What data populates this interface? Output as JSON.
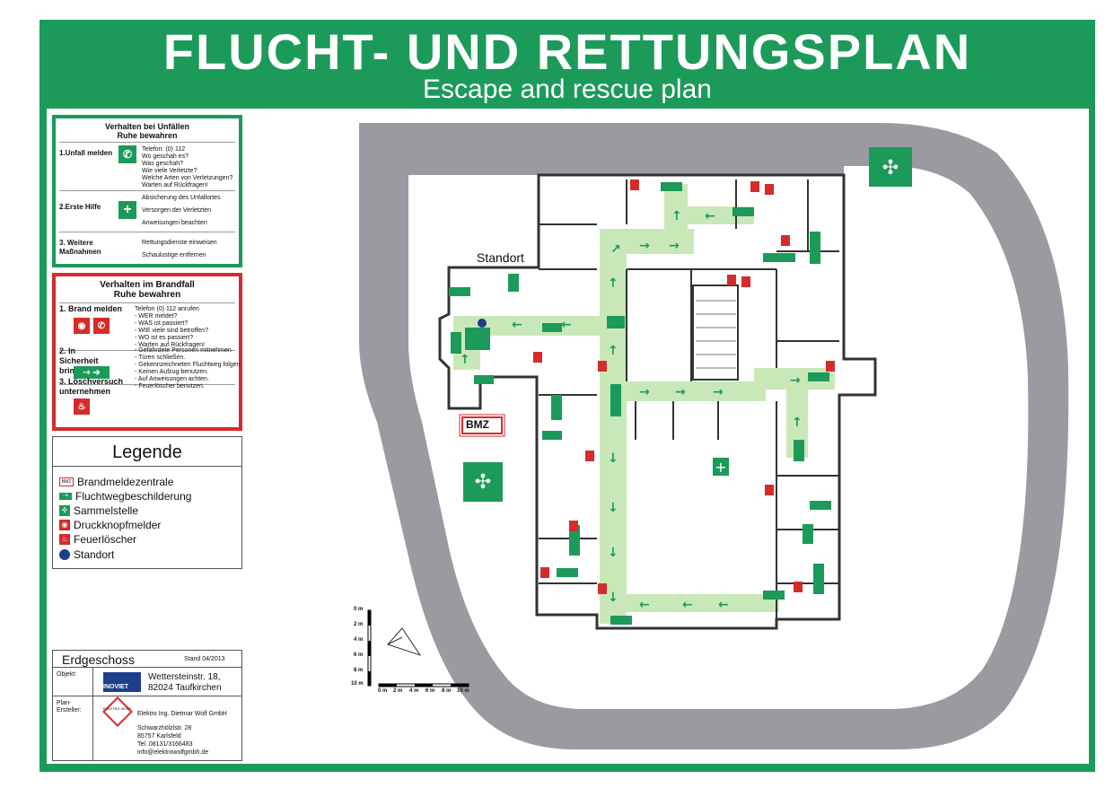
{
  "header": {
    "title": "FLUCHT- UND RETTUNGSPLAN",
    "subtitle": "Escape and rescue plan"
  },
  "accident": {
    "title1": "Verhalten bei Unfällen",
    "title2": "Ruhe bewahren",
    "rows": [
      {
        "label": "1.Unfall melden",
        "lines": [
          "Telefon: (0) 112",
          "Wo geschah es?",
          "Was geschah?",
          "Wie viele Verletzte?",
          "Welche Arten von Verletzungen?",
          "Warten auf Rückfragen!"
        ]
      },
      {
        "label": "2.Erste Hilfe",
        "lines": [
          "Absicherung des Unfallortes",
          "Versorgen der Verletzten",
          "Anweisungen beachten"
        ]
      },
      {
        "label": "3. Weitere Maßnahmen",
        "lines": [
          "Rettungsdienste einweisen",
          "Schaulustige entfernen"
        ]
      }
    ]
  },
  "fire": {
    "title1": "Verhalten im Brandfall",
    "title2": "Ruhe bewahren",
    "rows": [
      {
        "label": "1. Brand melden",
        "lines": [
          "Telefon (0) 112 anrufen",
          "- WER meldet?",
          "- WAS ist passiert?",
          "- WIE viele sind betroffen?",
          "- WO ist es passiert?",
          "- Warten auf Rückfragen!"
        ]
      },
      {
        "label": "2. In Sicherheit bringen",
        "lines": [
          "- Gefährdete Personen mitnehmen",
          "- Türen schließen.",
          "- Gekennzeichneten Fluchtweg folgen.",
          "- Keinen Aufzug benutzen.",
          "- Auf Anweisungen achten."
        ]
      },
      {
        "label": "3. Löschversuch unternehmen",
        "lines": [
          "- Feuerlöscher benutzen."
        ]
      }
    ]
  },
  "legend": {
    "title": "Legende",
    "items": [
      {
        "icon": "bmz-icon",
        "label": "Brandmeldezentrale"
      },
      {
        "icon": "escape-route-sign-icon",
        "label": "Fluchtwegbeschilderung"
      },
      {
        "icon": "assembly-point-icon",
        "label": "Sammelstelle"
      },
      {
        "icon": "fire-alarm-button-icon",
        "label": "Druckknopfmelder"
      },
      {
        "icon": "fire-extinguisher-icon",
        "label": "Feuerlöscher"
      },
      {
        "icon": "standort-dot-icon",
        "label": "Standort"
      }
    ]
  },
  "info": {
    "floor": "Erdgeschoss",
    "stand": "Stand 04/2013",
    "objekt_label": "Objekt:",
    "objekt_logo": "INOVIET",
    "objekt_address1": "Wettersteinstr. 18,",
    "objekt_address2": "82024 Taufkirchen",
    "ersteller_label1": "Plan-",
    "ersteller_label2": "Ersteller:",
    "ersteller_logo": "ELEKTRO WOLF",
    "company": "Elektro Ing. Dietmar Wolf GmbH",
    "street": "Schwarzhölzlstr. 28",
    "city": "85757 Karlsfeld",
    "phone": "Tel. 08131/3166483",
    "email": "info@elektrowolfgmbh.de"
  },
  "plan": {
    "standort_label": "Standort",
    "bmz_label": "BMZ",
    "scale_vertical": [
      "0 m",
      "2 m",
      "4 m",
      "6 m",
      "8 m",
      "10 m"
    ],
    "scale_horizontal": [
      "0 m",
      "2 m",
      "4 m",
      "6 m",
      "8 m",
      "10 m"
    ]
  },
  "colors": {
    "green": "#1c9a5a",
    "red": "#d62b2b",
    "route": "#c9e8b8",
    "ground": "#9a9aa0"
  }
}
